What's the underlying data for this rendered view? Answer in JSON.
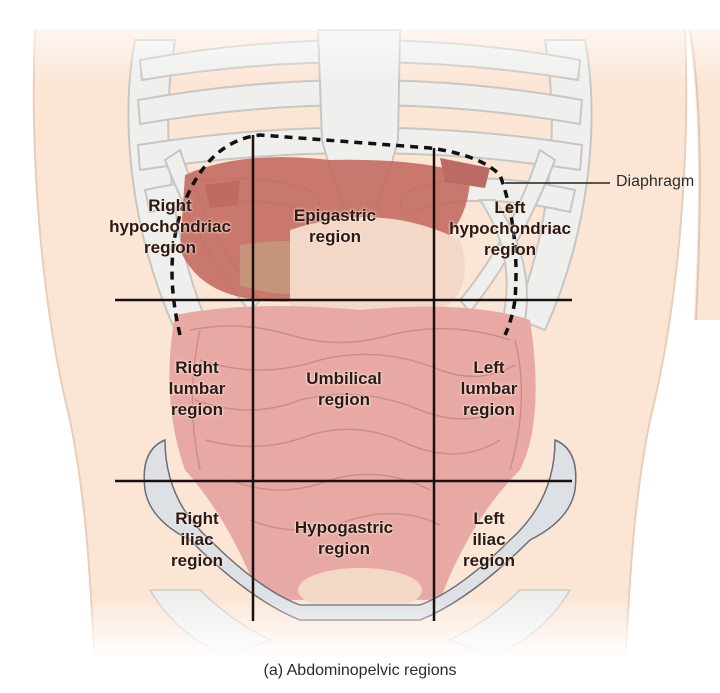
{
  "diagram": {
    "caption": "(a) Abdominopelvic regions",
    "callouts": [
      {
        "label": "Diaphragm"
      }
    ],
    "regions": [
      {
        "id": "right-hypochondriac",
        "lines": [
          "Right",
          "hypochondriac",
          "region"
        ]
      },
      {
        "id": "epigastric",
        "lines": [
          "Epigastric",
          "region"
        ]
      },
      {
        "id": "left-hypochondriac",
        "lines": [
          "Left",
          "hypochondriac",
          "region"
        ]
      },
      {
        "id": "right-lumbar",
        "lines": [
          "Right",
          "lumbar",
          "region"
        ]
      },
      {
        "id": "umbilical",
        "lines": [
          "Umbilical",
          "region"
        ]
      },
      {
        "id": "left-lumbar",
        "lines": [
          "Left",
          "lumbar",
          "region"
        ]
      },
      {
        "id": "right-iliac",
        "lines": [
          "Right",
          "iliac",
          "region"
        ]
      },
      {
        "id": "hypogastric",
        "lines": [
          "Hypogastric",
          "region"
        ]
      },
      {
        "id": "left-iliac",
        "lines": [
          "Left",
          "iliac",
          "region"
        ]
      }
    ],
    "colors": {
      "skin": "#fbe6d6",
      "bone": "#eeeeec",
      "bone_outline": "#c9c6c2",
      "liver": "#c46a62",
      "intestine": "#e8a9a4",
      "stomach": "#f3d7c7",
      "pelvis": "#dde0e4",
      "grid_line": "#1a1111"
    }
  }
}
